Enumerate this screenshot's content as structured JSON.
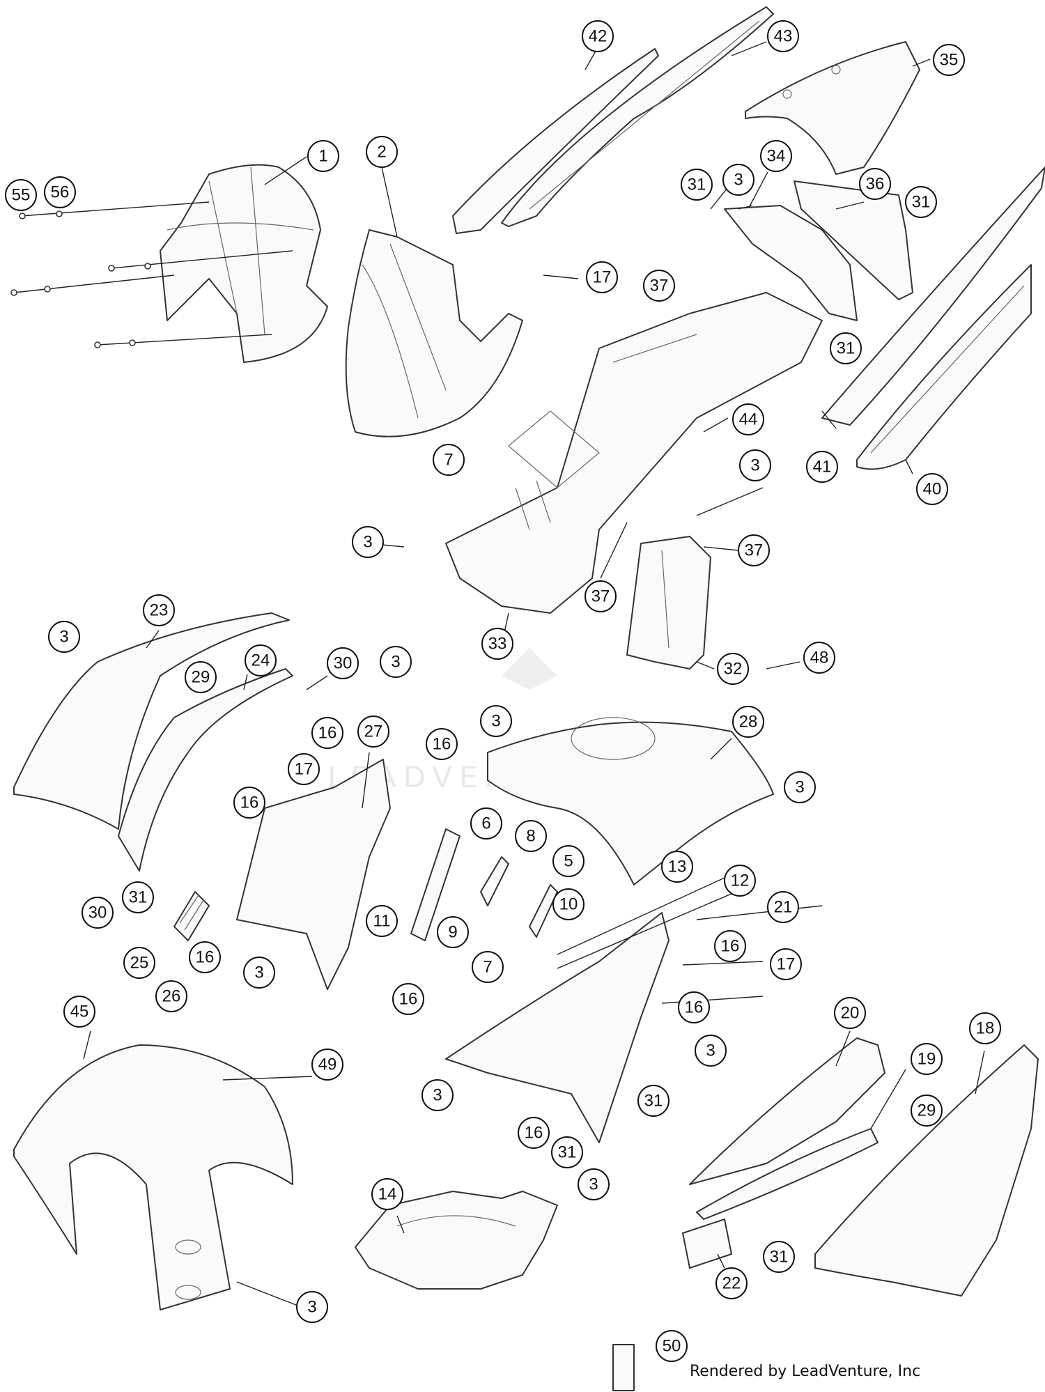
{
  "diagram": {
    "callouts": [
      {
        "label": "1"
      },
      {
        "label": "2"
      },
      {
        "label": "3"
      },
      {
        "label": "5"
      },
      {
        "label": "6"
      },
      {
        "label": "7"
      },
      {
        "label": "8"
      },
      {
        "label": "9"
      },
      {
        "label": "10"
      },
      {
        "label": "11"
      },
      {
        "label": "12"
      },
      {
        "label": "13"
      },
      {
        "label": "14"
      },
      {
        "label": "16"
      },
      {
        "label": "17"
      },
      {
        "label": "18"
      },
      {
        "label": "19"
      },
      {
        "label": "20"
      },
      {
        "label": "21"
      },
      {
        "label": "22"
      },
      {
        "label": "23"
      },
      {
        "label": "24"
      },
      {
        "label": "25"
      },
      {
        "label": "26"
      },
      {
        "label": "27"
      },
      {
        "label": "28"
      },
      {
        "label": "29"
      },
      {
        "label": "30"
      },
      {
        "label": "31"
      },
      {
        "label": "32"
      },
      {
        "label": "33"
      },
      {
        "label": "34"
      },
      {
        "label": "35"
      },
      {
        "label": "36"
      },
      {
        "label": "37"
      },
      {
        "label": "40"
      },
      {
        "label": "41"
      },
      {
        "label": "42"
      },
      {
        "label": "43"
      },
      {
        "label": "44"
      },
      {
        "label": "45"
      },
      {
        "label": "48"
      },
      {
        "label": "49"
      },
      {
        "label": "50"
      },
      {
        "label": "55"
      },
      {
        "label": "56"
      }
    ]
  },
  "watermark": {
    "text": "LEADVENTURE"
  },
  "credit": {
    "text": "Rendered by LeadVenture, Inc"
  }
}
